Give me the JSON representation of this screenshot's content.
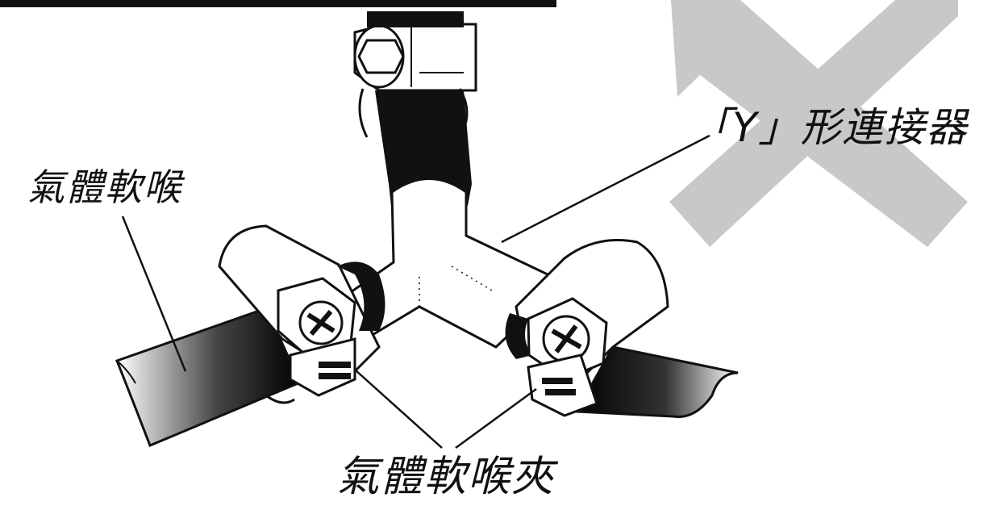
{
  "labels": {
    "y_connector": "「Y」形連接器",
    "gas_hose": "氣體軟喉",
    "gas_hose_clamp": "氣體軟喉夾"
  },
  "colors": {
    "line": "#111111",
    "fill_dark": "#111111",
    "fill_light": "#ffffff",
    "cross_mark": "#c8c8c8"
  },
  "icons": {
    "cross_mark": "x-mark-icon"
  }
}
